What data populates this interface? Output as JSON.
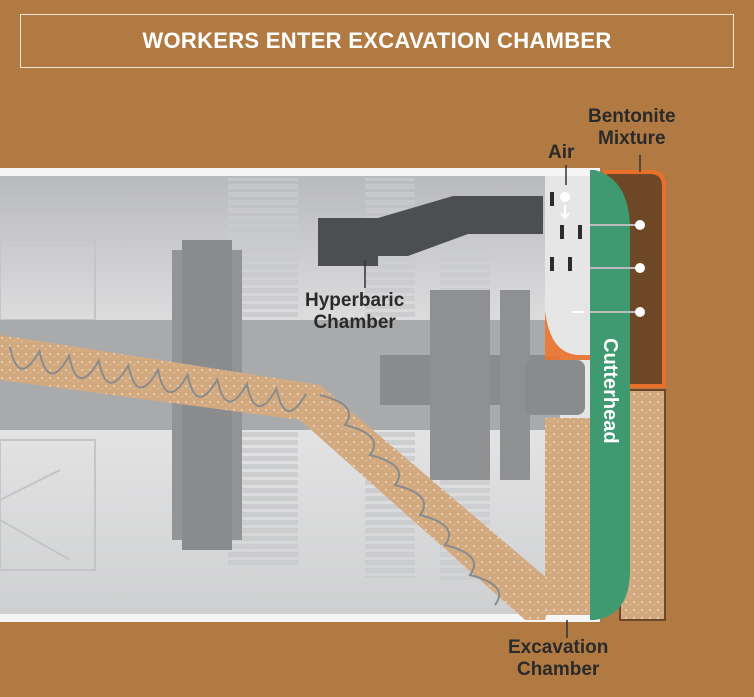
{
  "title": "WORKERS ENTER EXCAVATION CHAMBER",
  "labels": {
    "air": "Air",
    "bentonite": [
      "Bentonite",
      "Mixture"
    ],
    "hyperbaric": [
      "Hyperbaric",
      "Chamber"
    ],
    "cutterhead": "Cutterhead",
    "excavation": [
      "Excavation",
      "Chamber"
    ]
  },
  "colors": {
    "soil": "#b27a43",
    "cutterhead": "#3f9a72",
    "bentonite": "#6e4727",
    "outline": "#e8702a",
    "spoil": "#d3aa7f",
    "machinery": "#8a8b8d"
  }
}
